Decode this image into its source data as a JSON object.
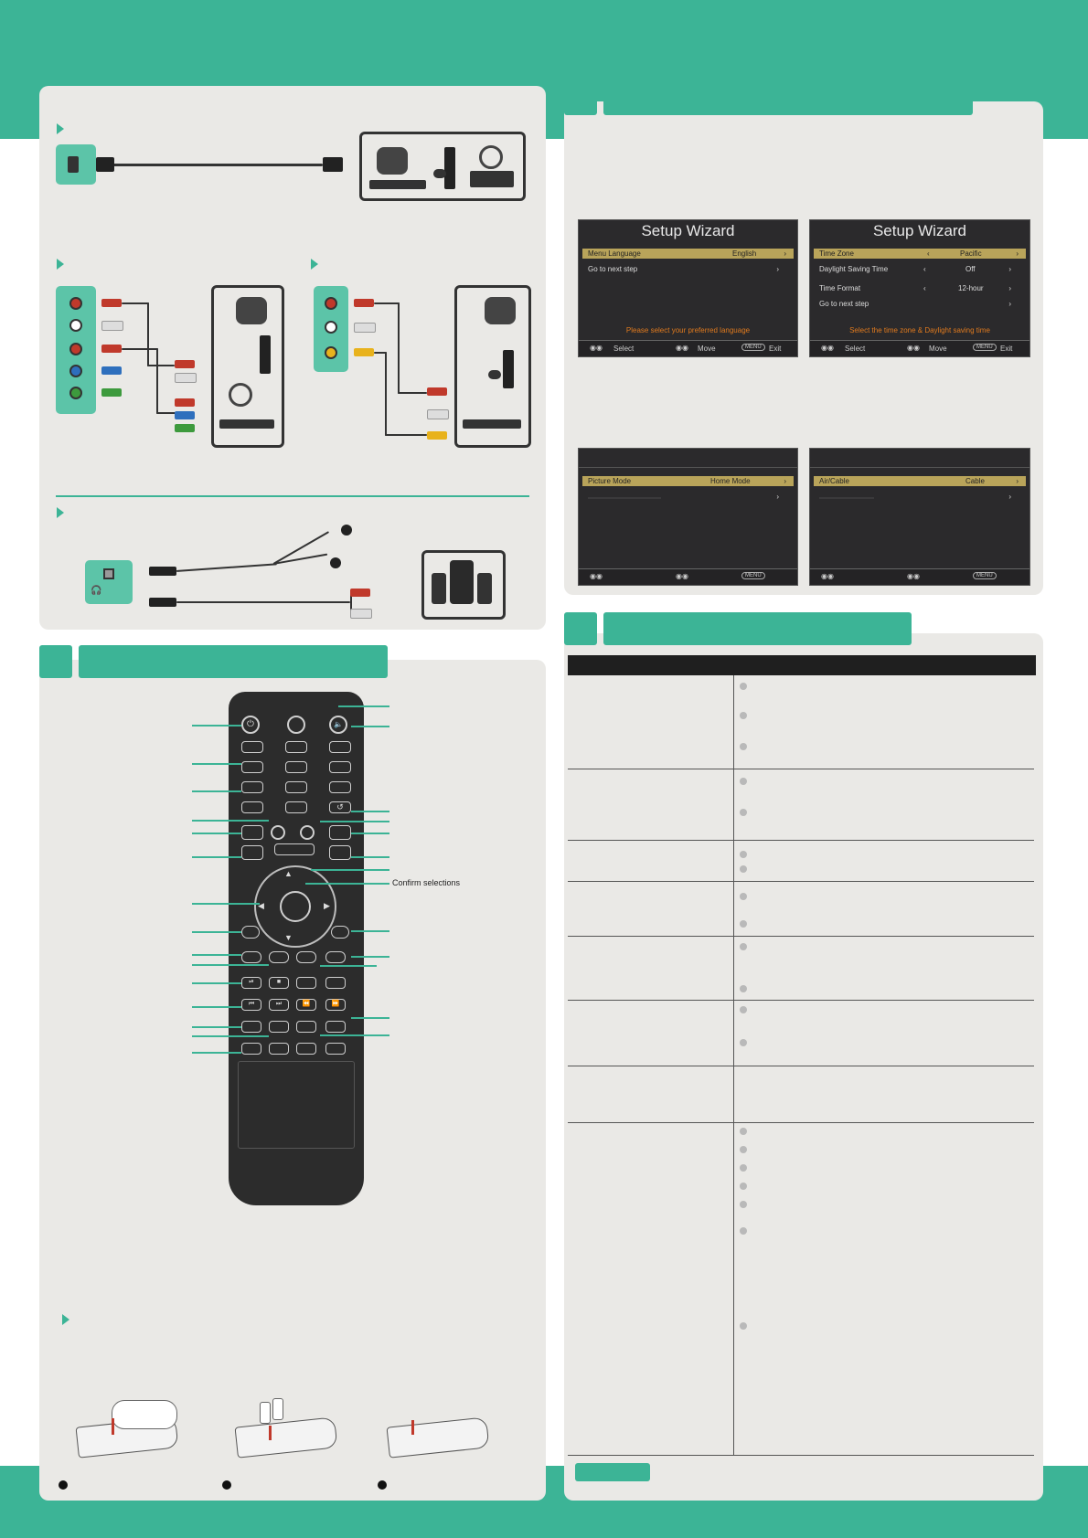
{
  "setup_wizard": {
    "screen1": {
      "title": "Setup Wizard",
      "highlight_label": "Menu Language",
      "highlight_value": "English",
      "row1": "Go to next step",
      "message": "Please select your preferred language",
      "footer_select": "Select",
      "footer_move": "Move",
      "footer_menu": "MENU",
      "footer_exit": "Exit"
    },
    "screen2": {
      "title": "Setup Wizard",
      "highlight_label": "Time Zone",
      "highlight_value": "Pacific",
      "row1_label": "Daylight Saving Time",
      "row1_value": "Off",
      "row2_label": "Time Format",
      "row2_value": "12-hour",
      "row3": "Go to next step",
      "message": "Select the time zone & Daylight saving time",
      "footer_select": "Select",
      "footer_move": "Move",
      "footer_menu": "MENU",
      "footer_exit": "Exit"
    },
    "screen3": {
      "highlight_label": "Picture Mode",
      "highlight_value": "Home Mode",
      "footer_menu": "MENU"
    },
    "screen4": {
      "highlight_label": "Air/Cable",
      "highlight_value": "Cable",
      "footer_menu": "MENU"
    }
  },
  "remote": {
    "confirm_label": "Confirm selections",
    "btn_power": "⏻",
    "btn_mute": "🔈",
    "btn_recall": "↺",
    "btn_up": "▲",
    "btn_down": "▼",
    "btn_left": "◀",
    "btn_right": "▶",
    "btn_play": "⏯",
    "btn_stop": "■",
    "btn_prev": "⏮",
    "btn_next": "⏭",
    "btn_rew": "⏪",
    "btn_ff": "⏩"
  },
  "colors": {
    "accent": "#3cb496",
    "panel": "#eae9e6",
    "dark": "#2c2c2c"
  }
}
